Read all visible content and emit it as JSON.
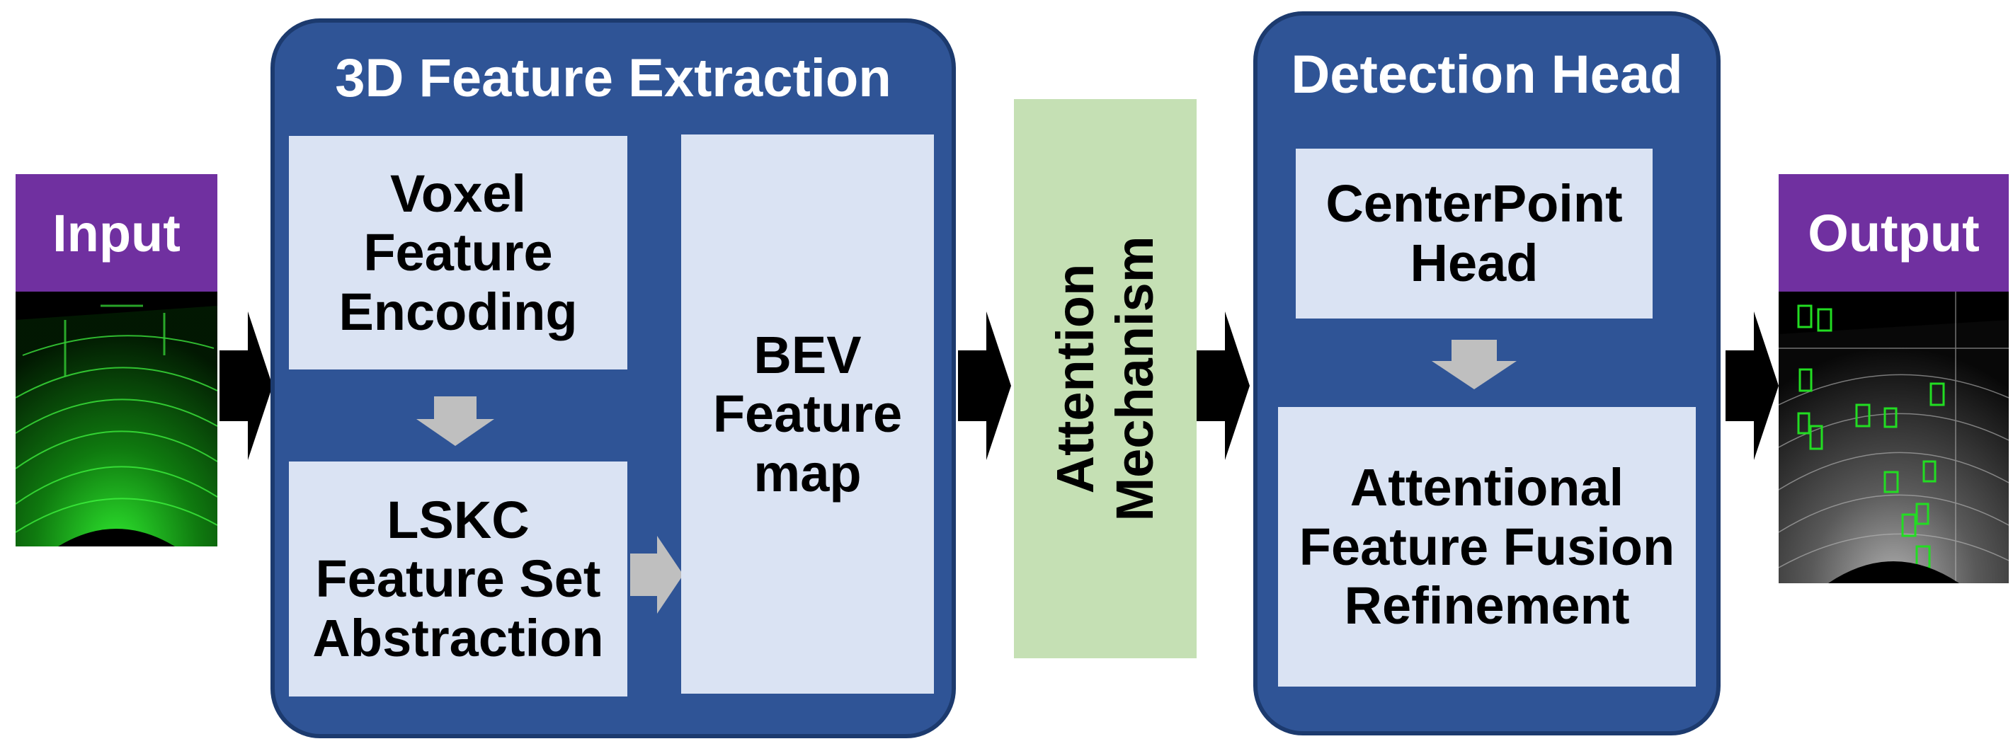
{
  "input": {
    "label": "Input"
  },
  "output": {
    "label": "Output"
  },
  "feature_extraction": {
    "title": "3D Feature Extraction",
    "voxel_box": "Voxel\nFeature\nEncoding",
    "lskc_box": "LSKC\nFeature Set\nAbstraction",
    "bev_box": "BEV\nFeature\nmap"
  },
  "attention": {
    "label": "Attention\nMechanism"
  },
  "detection_head": {
    "title": "Detection Head",
    "centerpoint_box": "CenterPoint\nHead",
    "fusion_box": "Attentional\nFeature Fusion\nRefinement"
  },
  "colors": {
    "panel_blue": "#2f5496",
    "box_fill": "#dae3f3",
    "attention_fill": "#c5e0b4",
    "tag_purple": "#7030a0",
    "arrow_black": "#000000",
    "arrow_gray": "#bfbfbf",
    "pointcloud_green": "#22dd22"
  }
}
